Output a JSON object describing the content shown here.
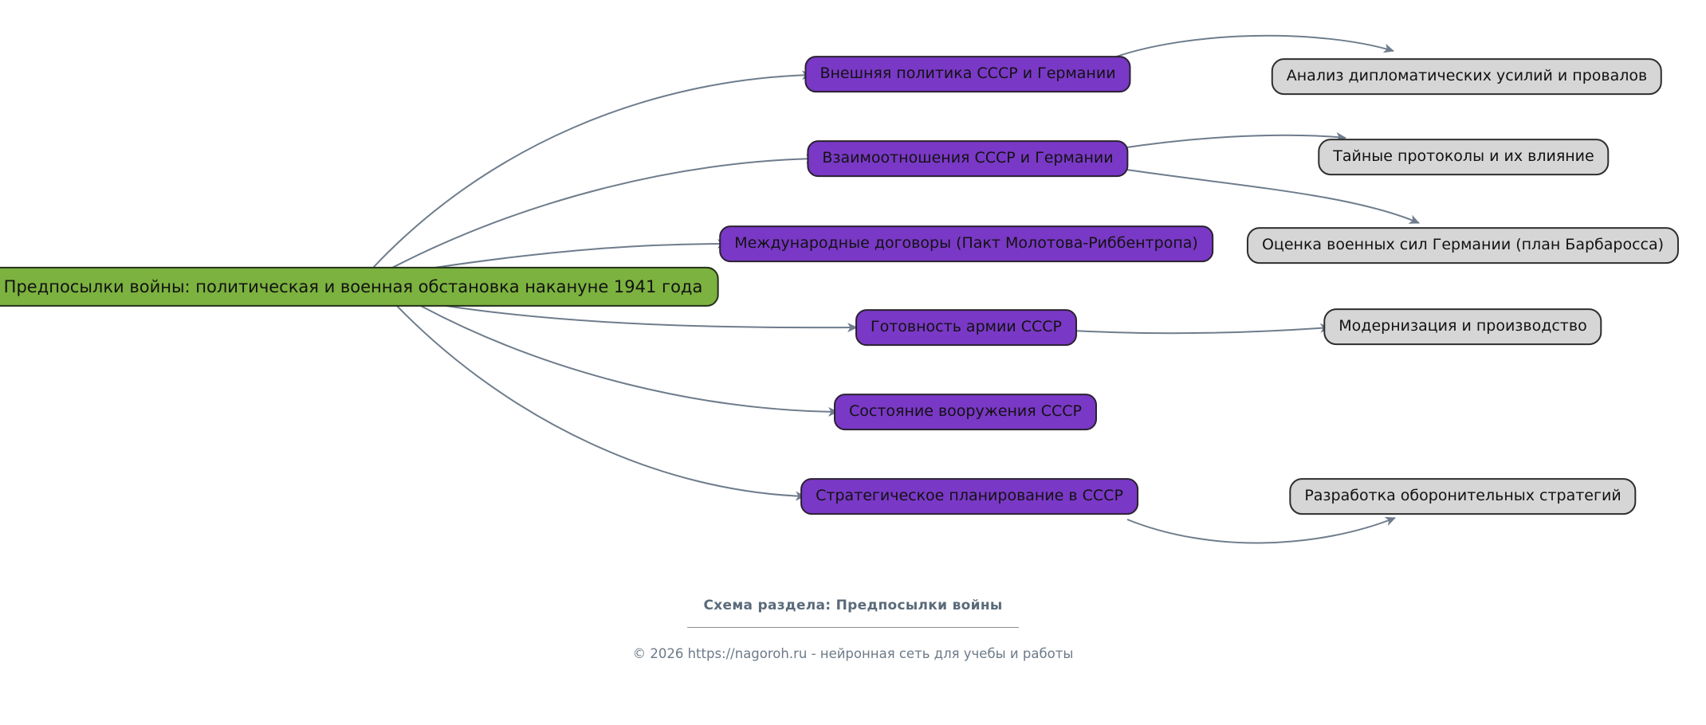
{
  "mindmap": {
    "root": {
      "id": "root",
      "label": "Предпосылки войны: политическая и военная обстановка накануне 1941 года"
    },
    "topics": [
      {
        "id": "topic1",
        "label": "Внешняя политика СССР и Германии"
      },
      {
        "id": "topic2",
        "label": "Взаимоотношения СССР и Германии"
      },
      {
        "id": "topic3",
        "label": "Международные договоры (Пакт Молотова-Риббентропа)"
      },
      {
        "id": "topic4",
        "label": "Готовность армии СССР"
      },
      {
        "id": "topic5",
        "label": "Состояние вооружения СССР"
      },
      {
        "id": "topic6",
        "label": "Стратегическое планирование в СССР"
      }
    ],
    "details": [
      {
        "id": "detail1",
        "label": "Анализ дипломатических усилий и провалов"
      },
      {
        "id": "detail2",
        "label": "Тайные протоколы и их влияние"
      },
      {
        "id": "detail3",
        "label": "Оценка военных сил Германии (план Барбаросса)"
      },
      {
        "id": "detail4",
        "label": "Модернизация и производство"
      },
      {
        "id": "detail5",
        "label": "Разработка оборонительных стратегий"
      }
    ],
    "edges": [
      {
        "from": "root",
        "to": "topic1"
      },
      {
        "from": "root",
        "to": "topic2"
      },
      {
        "from": "root",
        "to": "topic3"
      },
      {
        "from": "root",
        "to": "topic4"
      },
      {
        "from": "root",
        "to": "topic5"
      },
      {
        "from": "root",
        "to": "topic6"
      },
      {
        "from": "topic1",
        "to": "detail1"
      },
      {
        "from": "topic2",
        "to": "detail2"
      },
      {
        "from": "topic2",
        "to": "detail3"
      },
      {
        "from": "topic4",
        "to": "detail4"
      },
      {
        "from": "topic6",
        "to": "detail5"
      }
    ]
  },
  "caption": {
    "title": "Схема раздела: Предпосылки войны"
  },
  "footer": {
    "text": "© 2026 https://nagoroh.ru - нейронная сеть для учебы и работы"
  },
  "colors": {
    "root_fill": "#7cb23f",
    "topic_fill": "#7a38c6",
    "detail_fill": "#d6d6d6",
    "node_border": "#2a2a2a",
    "edge": "#6e7c8c",
    "caption_text": "#5a6b7a",
    "footer_text": "#6d7a88"
  }
}
